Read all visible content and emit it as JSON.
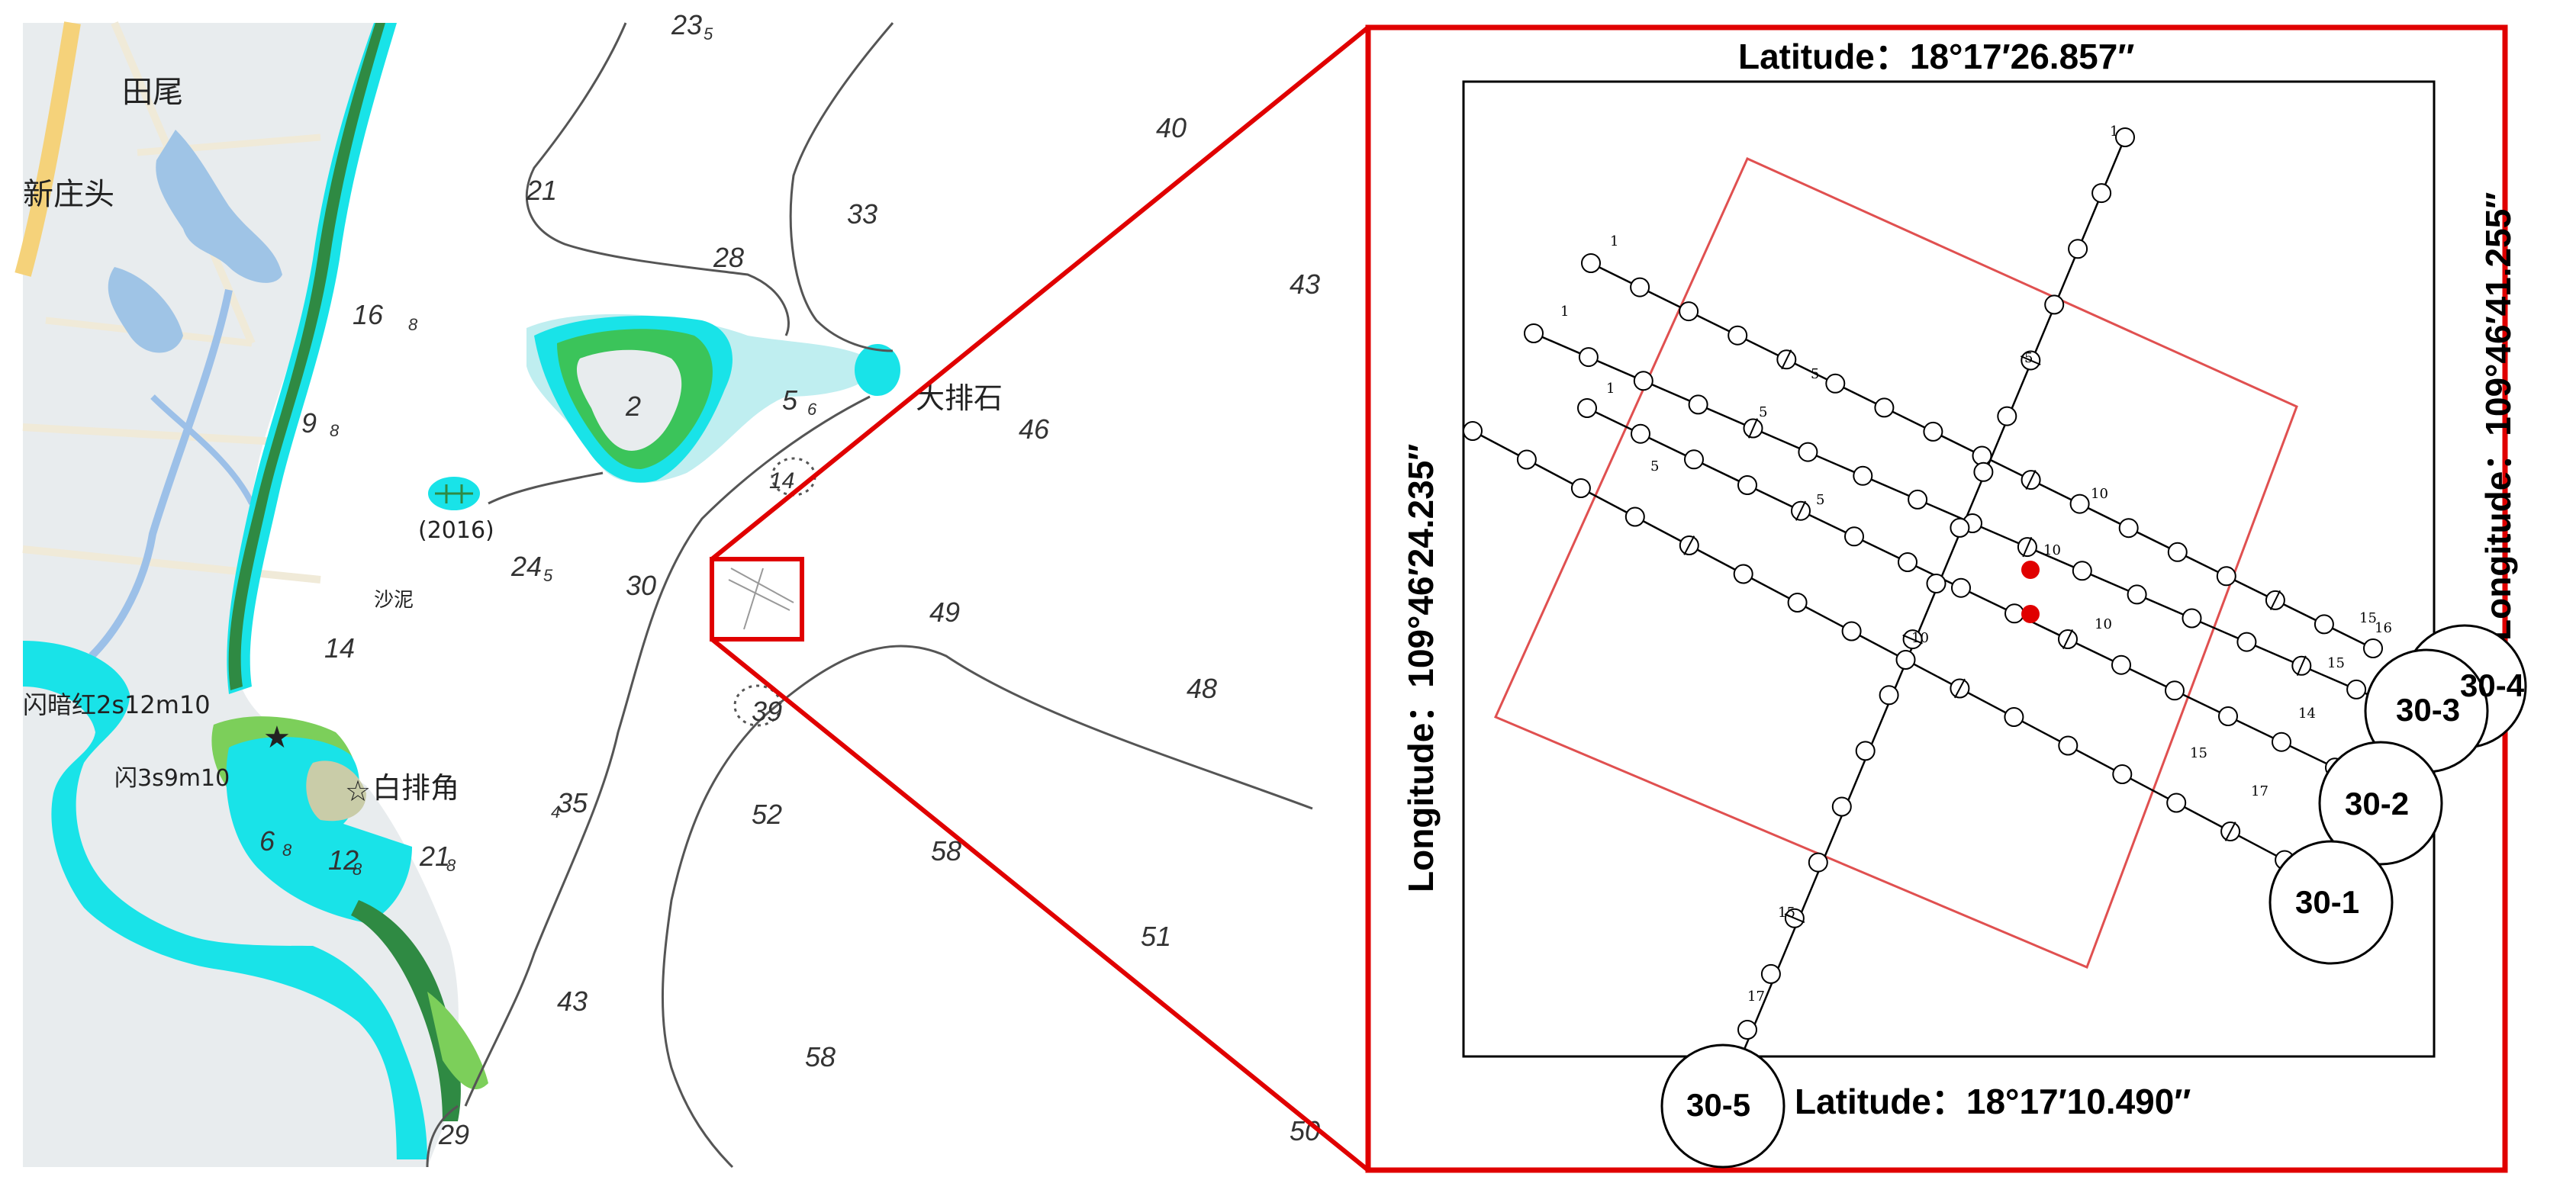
{
  "chart": {
    "place_names": [
      "田尾",
      "新庄头",
      "大排石",
      "白排角",
      "沙泥"
    ],
    "depths": [
      "23",
      "21",
      "28",
      "33",
      "40",
      "43",
      "16",
      "9",
      "5",
      "46",
      "24",
      "30",
      "14",
      "49",
      "48",
      "39",
      "35",
      "52",
      "58",
      "51",
      "43",
      "58",
      "29",
      "50",
      "21",
      "12",
      "6",
      "2"
    ],
    "depth_subscripts": [
      "5",
      "8",
      "8",
      "4",
      "6",
      "5",
      "8",
      "8",
      "8"
    ],
    "year_note": "(2016)",
    "light_note_1": "闪暗红2s12m10",
    "light_note_2": "闪3s9m10",
    "wreck_mark": "14",
    "colors": {
      "land": "#e8ecee",
      "water_lake": "#9fc4e6",
      "shallow": "#19e3e8",
      "reef": "#7ccf5a",
      "coast_dark": "#2f7a3a",
      "contour": "#555555",
      "road": "#f5d27a",
      "river": "#9cc0e8"
    }
  },
  "inset": {
    "lat_top": "Latitude：18°17′26.857″",
    "lat_bottom": "Latitude：18°17′10.490″",
    "lon_left": "Longitude：109°46′24.235″",
    "lon_right": "Longitude：109°46′41.255″",
    "stations": [
      "30-1",
      "30-2",
      "30-3",
      "30-4",
      "30-5"
    ],
    "tick_numbers": [
      "1",
      "5",
      "10",
      "15",
      "16",
      "17",
      "14"
    ],
    "colors": {
      "frame": "#e00000",
      "survey_area": "#e05050",
      "line": "#000000",
      "highlight_point": "#e00000"
    }
  }
}
